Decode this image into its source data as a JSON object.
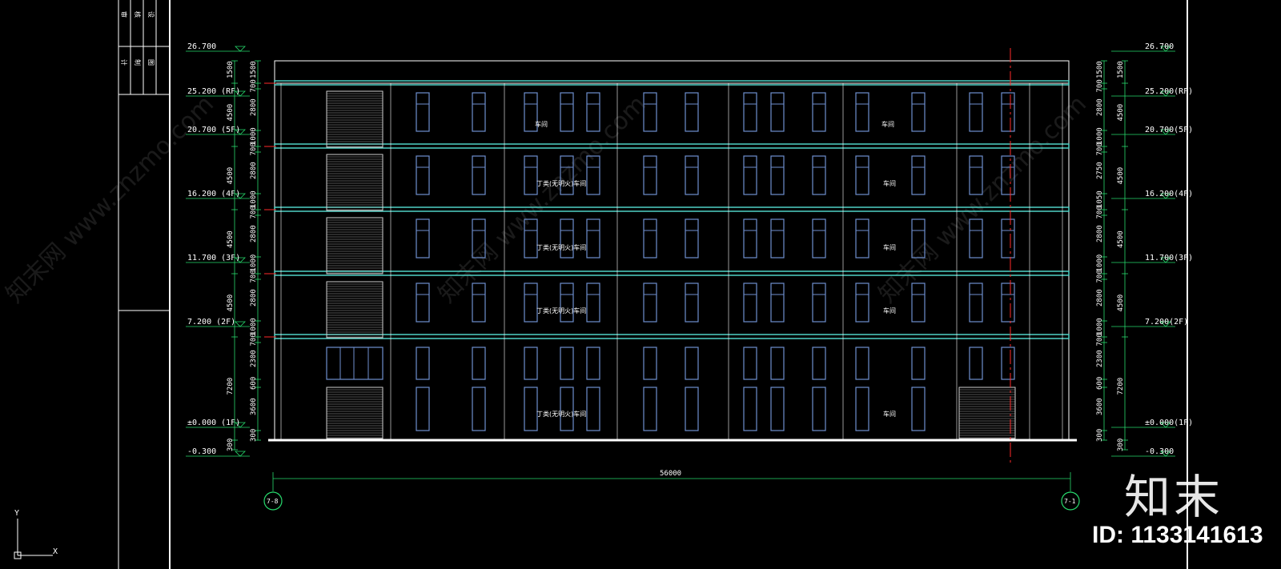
{
  "drawing": {
    "colors": {
      "frame": "#ffffff",
      "slab": "#4fd1c5",
      "window": "#6f8fcf",
      "dim": "#27d86c",
      "grid_line": "#ff2a2a",
      "door_hatch": "#cfcfcf"
    },
    "title_block": [
      "审",
      "核",
      "设",
      "计",
      "制",
      "图"
    ],
    "levels_left": [
      "26.700",
      "25.200 (RF)",
      "20.700 (5F)",
      "16.200 (4F)",
      "11.700 (3F)",
      "7.200 (2F)",
      "±0.000 (1F)",
      "-0.300"
    ],
    "levels_right": [
      "26.700",
      "25.200(RF)",
      "20.700(5F)",
      "16.200(4F)",
      "11.700(3F)",
      "7.200(2F)",
      "±0.000(1F)",
      "-0.300"
    ],
    "dims_left_inner": [
      "1500",
      "700",
      "2800",
      "1000",
      "700",
      "2800",
      "1000",
      "700",
      "2800",
      "1000",
      "700",
      "2800",
      "1000",
      "700",
      "2300",
      "600",
      "3600",
      "300"
    ],
    "dims_left_outer": [
      "1500",
      "4500",
      "4500",
      "4500",
      "4500",
      "7200",
      "300"
    ],
    "dims_right_inner": [
      "1500",
      "700",
      "2800",
      "1000",
      "700",
      "2750",
      "1050",
      "700",
      "2800",
      "1000",
      "700",
      "2800",
      "1000",
      "700",
      "2300",
      "600",
      "3600",
      "300"
    ],
    "dims_right_outer": [
      "1500",
      "4500",
      "4500",
      "4500",
      "4500",
      "7200",
      "300"
    ],
    "overall_width": "56000",
    "axis_left": "7-8",
    "axis_right": "7-1",
    "room_labels": [
      "车间",
      "丁类(无明火)车间",
      "丁类(无明火)车间",
      "丁类(无明火)车间",
      "丁类(无明火)车间",
      "车间",
      "车间",
      "车间",
      "车间",
      "车间"
    ],
    "watermark": "知末网 www.znzmo.com",
    "coord": {
      "y": "Y",
      "x": "X"
    }
  },
  "branding": {
    "logo": "知末",
    "id_text": "ID: 1133141613"
  }
}
